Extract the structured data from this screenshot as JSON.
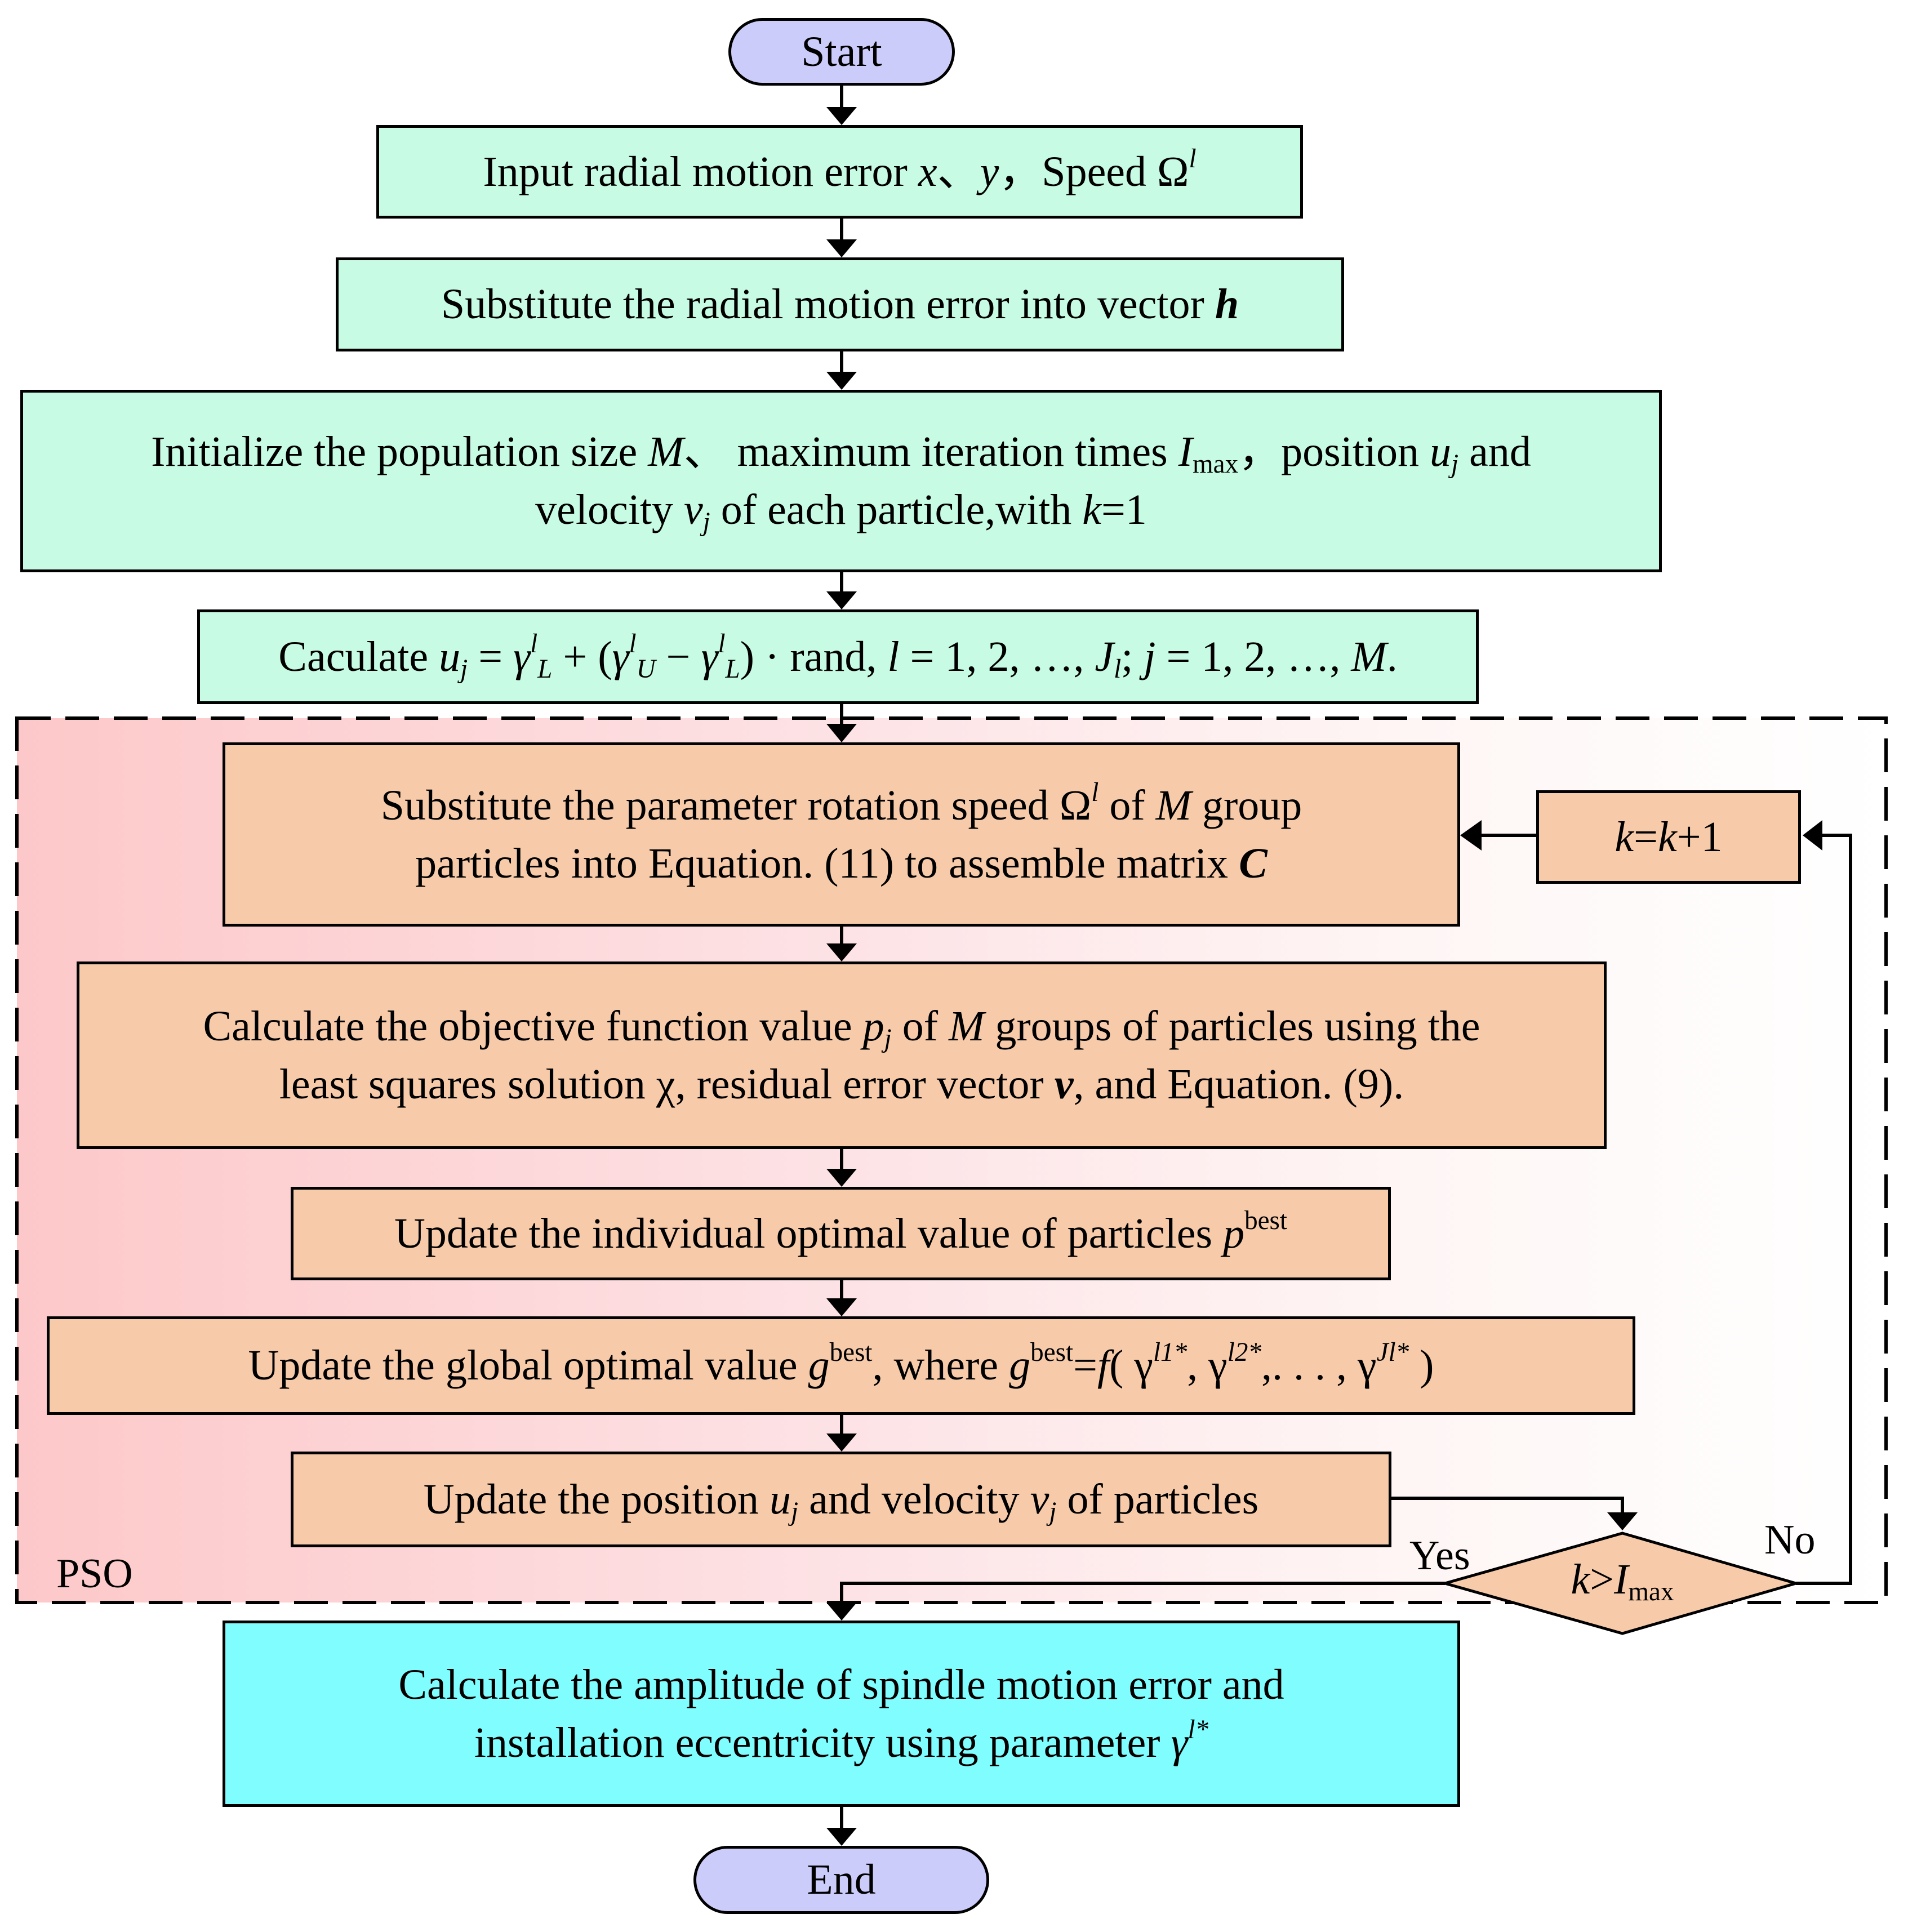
{
  "start": "Start",
  "end": "End",
  "pso_label": "PSO",
  "yes_label": "Yes",
  "no_label": "No",
  "step1": {
    "a": "Input radial motion error ",
    "x": "x",
    "sep1": "、",
    "y": "y",
    "sep2": "，Speed Ω",
    "sup": "l"
  },
  "step2": {
    "a": "Substitute the radial motion error into vector ",
    "h": "h"
  },
  "step3": {
    "a": "Initialize the population size ",
    "M": "M",
    "b": "、 maximum iteration times ",
    "I": "I",
    "Isub": "max",
    "c": "，position ",
    "u": "u",
    "j1": "j",
    "d": " and",
    "e": "velocity ",
    "v": "v",
    "j2": "j",
    "f": " of each particle,with ",
    "k": "k",
    "g": "=1"
  },
  "step4": {
    "a": "Caculate ",
    "u": "u",
    "j": "j",
    "eq": " = ",
    "g1": "γ",
    "l1": "l",
    "L1": "L",
    "plus": " + (",
    "g2": "γ",
    "l2": "l",
    "U": "U",
    "minus": " − ",
    "g3": "γ",
    "l3": "l",
    "L3": "L",
    "close": ") · rand, ",
    "l4": "l",
    "b": " = 1, 2, …, ",
    "J": "J",
    "l5": "l",
    "c": "; ",
    "j2": "j",
    "d": " = 1, 2, …, ",
    "M": "M",
    "e": "."
  },
  "pso1": {
    "a": "Substitute the parameter rotation speed Ω",
    "sup": "l",
    "b": " of ",
    "M": "M",
    "c": " group",
    "d": "particles into Equation. (11) to assemble matrix ",
    "C": "C"
  },
  "pso2": {
    "a": "Calculate the objective function value ",
    "p": "p",
    "j": "j",
    "b": " of ",
    "M": "M",
    "c": " groups of particles using the",
    "d": "least squares solution χ, residual error vector ",
    "v": "v",
    "e": ", and Equation. (9)."
  },
  "pso3": {
    "a": "Update the individual optimal value of particles ",
    "p": "p",
    "sup": "best"
  },
  "pso4": {
    "a": "Update the global optimal value ",
    "g": "g",
    "sup1": "best",
    "b": ", where ",
    "g2": "g",
    "sup2": "best",
    "c": "=",
    "f": "f",
    "d": "( γ",
    "s1": "l1*",
    "e": ", γ",
    "s2": "l2*",
    "h": ",. . . , γ",
    "s3": "Jl*",
    "k": " )"
  },
  "pso5": {
    "a": "Update the position ",
    "u": "u",
    "j1": "j",
    "b": " and velocity ",
    "v": "v",
    "j2": "j",
    "c": " of particles"
  },
  "kbox": {
    "k1": "k",
    "eq": "=",
    "k2": "k",
    "plus": "+1"
  },
  "decision": {
    "k": "k",
    "gt": ">",
    "I": "I",
    "sub": "max"
  },
  "final": {
    "a": "Calculate the amplitude of spindle motion error and",
    "b": "installation eccentricity using parameter ",
    "g": "γ",
    "sup": "l*"
  },
  "colors": {
    "green": "#c8fbe4",
    "orange": "#f7cbaa",
    "cyan": "#80fdfe",
    "terminal": "#ccccfb",
    "pso_region": "#fdc8c9"
  }
}
